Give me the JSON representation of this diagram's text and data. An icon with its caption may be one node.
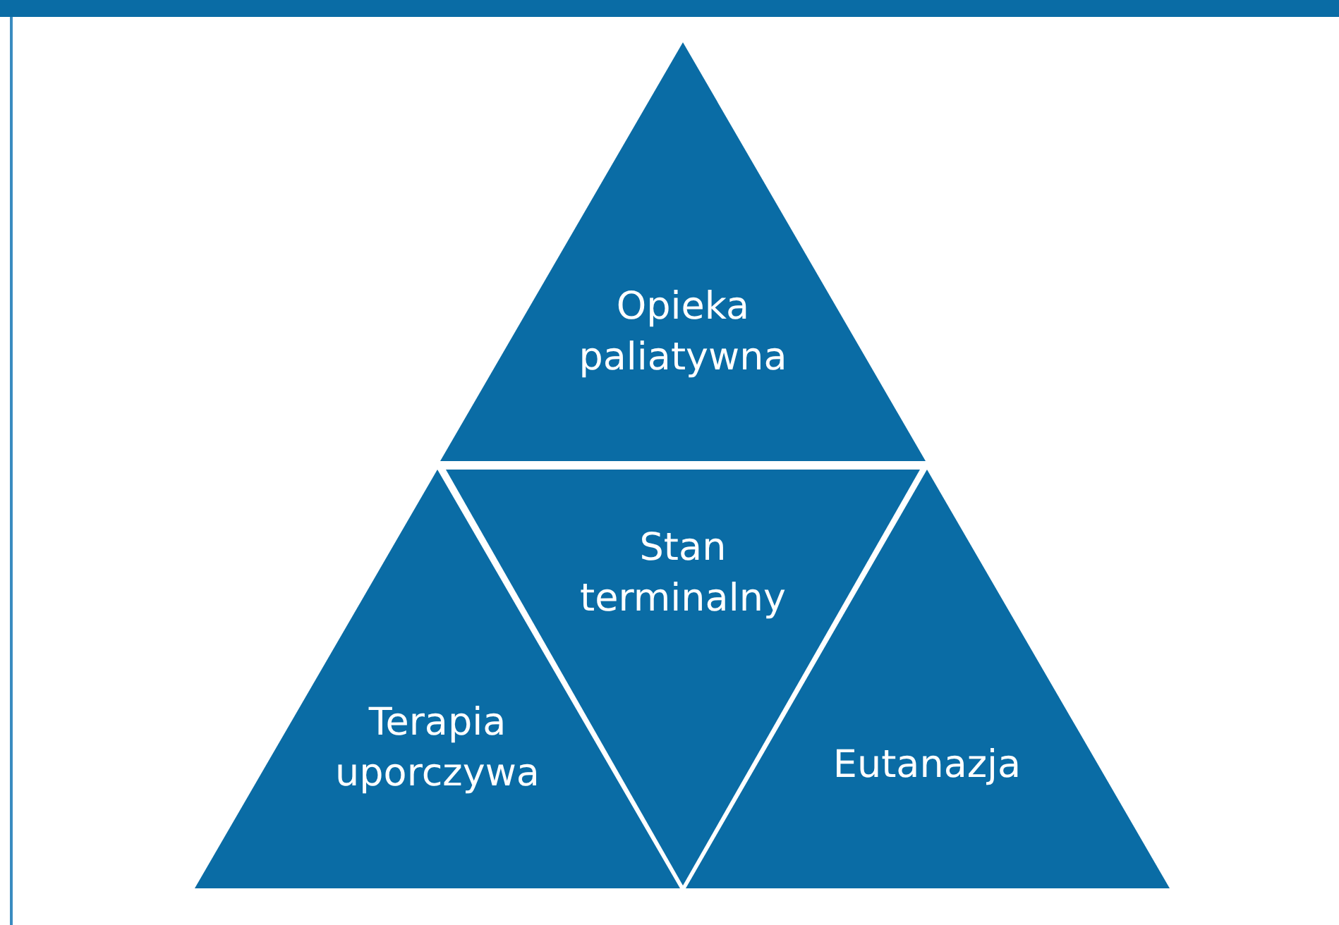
{
  "diagram": {
    "nodes": [
      {
        "text": [
          "Opieka paliatywna"
        ]
      },
      {
        "text": [
          "Terapia uporczywa"
        ]
      },
      {
        "text": [
          "Stan terminalny"
        ]
      },
      {
        "text": [
          "Eutanazja"
        ]
      }
    ]
  }
}
